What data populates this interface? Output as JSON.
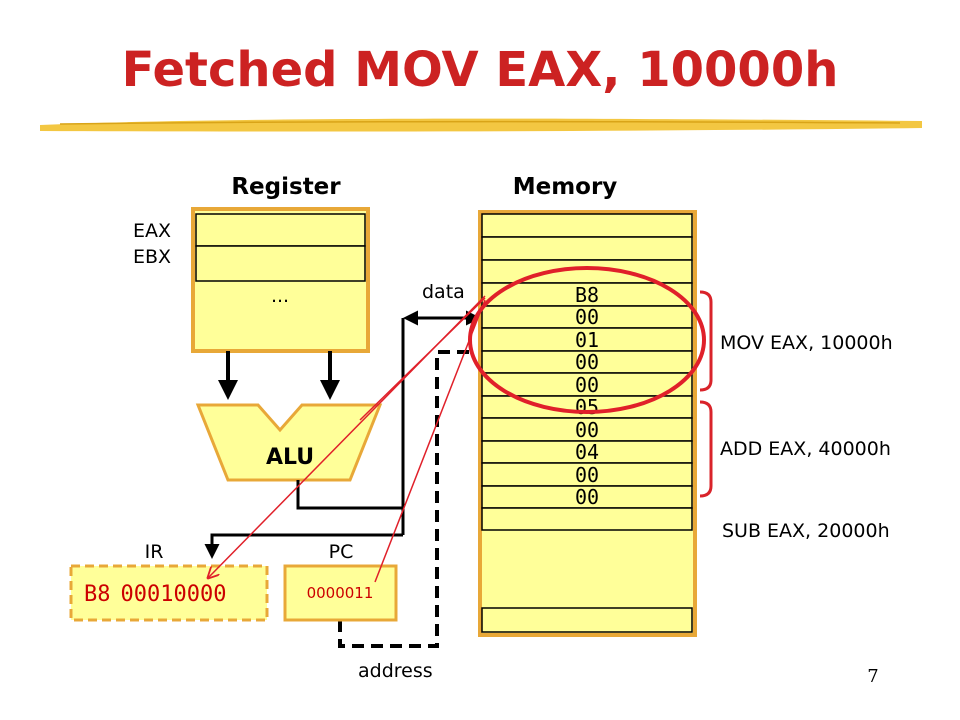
{
  "title": "Fetched MOV EAX, 10000h",
  "page_number": "7",
  "colors": {
    "title": "#cc2222",
    "fill": "#ffff99",
    "outline": "#e8a838",
    "bracket": "#d9232a",
    "highlight": "#e0202a",
    "ir_text": "#cc0000"
  },
  "register": {
    "heading": "Register",
    "labels": [
      "EAX",
      "EBX"
    ],
    "ellipsis": "..."
  },
  "memory": {
    "heading": "Memory",
    "cells": [
      "",
      "",
      "",
      "B8",
      "00",
      "01",
      "00",
      "00",
      "05",
      "00",
      "04",
      "00",
      "00",
      "",
      "",
      "..."
    ],
    "instructions": [
      "MOV EAX, 10000h",
      "ADD EAX, 40000h",
      "SUB EAX, 20000h"
    ]
  },
  "alu": {
    "label": "ALU"
  },
  "ir": {
    "label": "IR",
    "value_prefix": "B8",
    "value": "00010000"
  },
  "pc": {
    "label": "PC",
    "value": "0000011"
  },
  "bus": {
    "data_label": "data",
    "address_label": "address"
  }
}
